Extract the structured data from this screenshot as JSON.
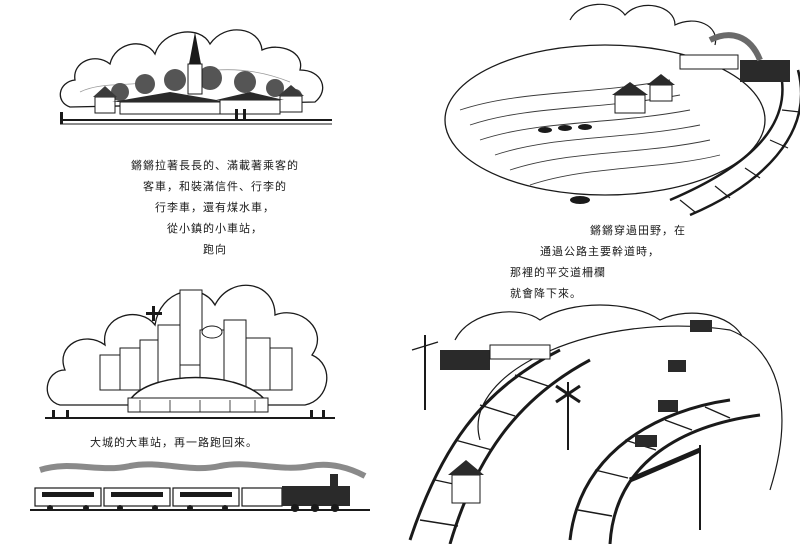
{
  "book": {
    "left_page": {
      "top_text": [
        "鏘鏘拉著長長的、滿載著乘客的",
        "客車，和裝滿信件、行李的",
        "行李車，還有煤水車，",
        "從小鎮的小車站，",
        "跑向"
      ],
      "bottom_text": "大城的大車站，再一路跑回來。"
    },
    "right_page": {
      "middle_text": [
        "鏘鏘穿過田野，在",
        "通過公路主要幹道時，",
        "那裡的平交道柵欄",
        "就會降下來。"
      ]
    }
  },
  "colors": {
    "ink": "#1a1a1a",
    "paper": "#ffffff",
    "shade": "#8a8a8a"
  },
  "icons": [
    "small-town-station-illustration",
    "farm-field-train-illustration",
    "big-city-station-illustration",
    "passenger-train-illustration",
    "railroad-crossing-illustration"
  ]
}
